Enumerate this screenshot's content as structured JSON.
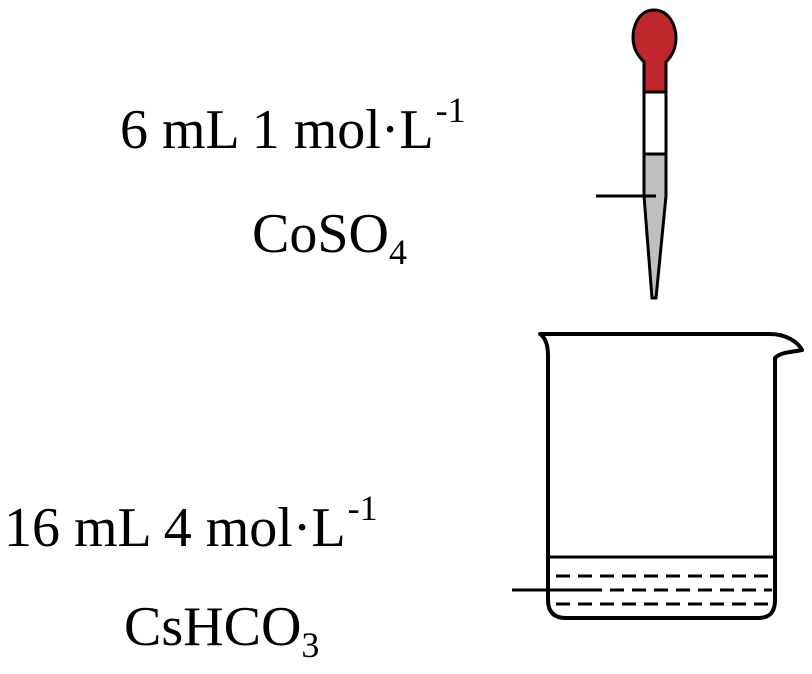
{
  "reagent_top": {
    "amount": "6 mL 1 mol·L",
    "exponent": "-1",
    "formula_main": "CoSO",
    "formula_sub": "4"
  },
  "reagent_bottom": {
    "amount": "16 mL 4 mol·L",
    "exponent": "-1",
    "formula_main": "CsHCO",
    "formula_sub": "3"
  },
  "colors": {
    "dropper_bulb": "#c0272d",
    "dropper_liquid": "#bfbfbf",
    "outline": "#000000"
  },
  "icons": [
    "dropper-icon",
    "beaker-icon"
  ]
}
